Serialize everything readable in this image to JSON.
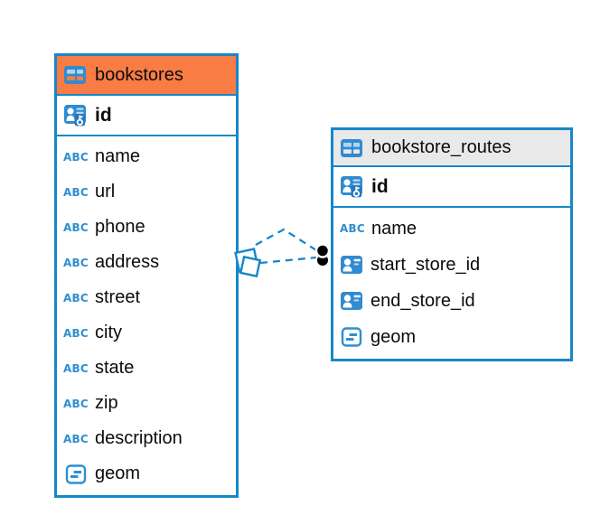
{
  "diagram": {
    "type": "entity-relationship",
    "type_badge_label": "ABC",
    "colors": {
      "accent_blue": "#1787C9",
      "icon_blue": "#318BD0",
      "bookstores_header_bg": "#F97C45",
      "routes_header_bg": "#E9E9E9",
      "relation_line_blue": "#1787C9",
      "relation_dot_black": "#000000",
      "text": "#0B0B0B"
    },
    "tables": [
      {
        "title": "bookstores",
        "primary_key": {
          "name": "id"
        },
        "columns": [
          {
            "name": "name",
            "type": "text"
          },
          {
            "name": "url",
            "type": "text"
          },
          {
            "name": "phone",
            "type": "text"
          },
          {
            "name": "address",
            "type": "text"
          },
          {
            "name": "street",
            "type": "text"
          },
          {
            "name": "city",
            "type": "text"
          },
          {
            "name": "state",
            "type": "text"
          },
          {
            "name": "zip",
            "type": "text"
          },
          {
            "name": "description",
            "type": "text"
          },
          {
            "name": "geom",
            "type": "geometry"
          }
        ]
      },
      {
        "title": "bookstore_routes",
        "primary_key": {
          "name": "id"
        },
        "columns": [
          {
            "name": "name",
            "type": "text"
          },
          {
            "name": "start_store_id",
            "type": "reference"
          },
          {
            "name": "end_store_id",
            "type": "reference"
          },
          {
            "name": "geom",
            "type": "geometry"
          }
        ]
      }
    ],
    "relations": [
      {
        "from_table": "bookstores",
        "to_table": "bookstore_routes",
        "line_style": "dashed"
      },
      {
        "from_table": "bookstores",
        "to_table": "bookstore_routes",
        "line_style": "dashed"
      }
    ]
  }
}
